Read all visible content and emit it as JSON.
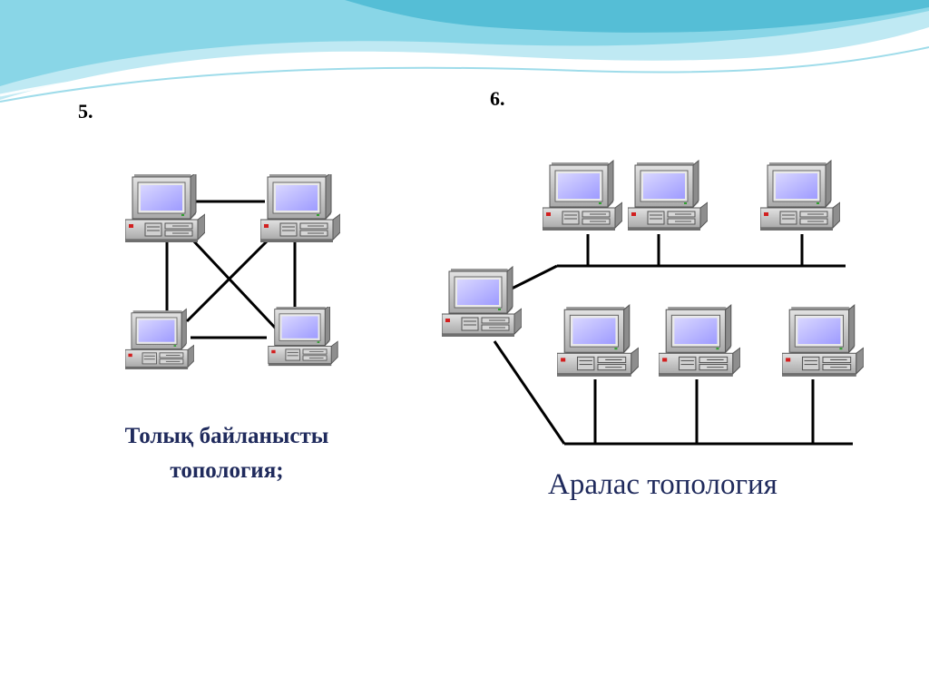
{
  "slide": {
    "section_5": {
      "number": "5.",
      "caption_line1": "Толық байланысты",
      "caption_line2": "топология;"
    },
    "section_6": {
      "number": "6.",
      "caption": "Аралас топология"
    }
  },
  "colors": {
    "wave_light": "#bfe9f3",
    "wave_mid": "#7fd2e4",
    "wave_deep": "#3fb3cf",
    "caption_text": "#1f2a5c",
    "screen": "#b9b6ff",
    "computer_body": "#c8c8c8"
  },
  "icons": [
    "desktop-computer-icon"
  ]
}
